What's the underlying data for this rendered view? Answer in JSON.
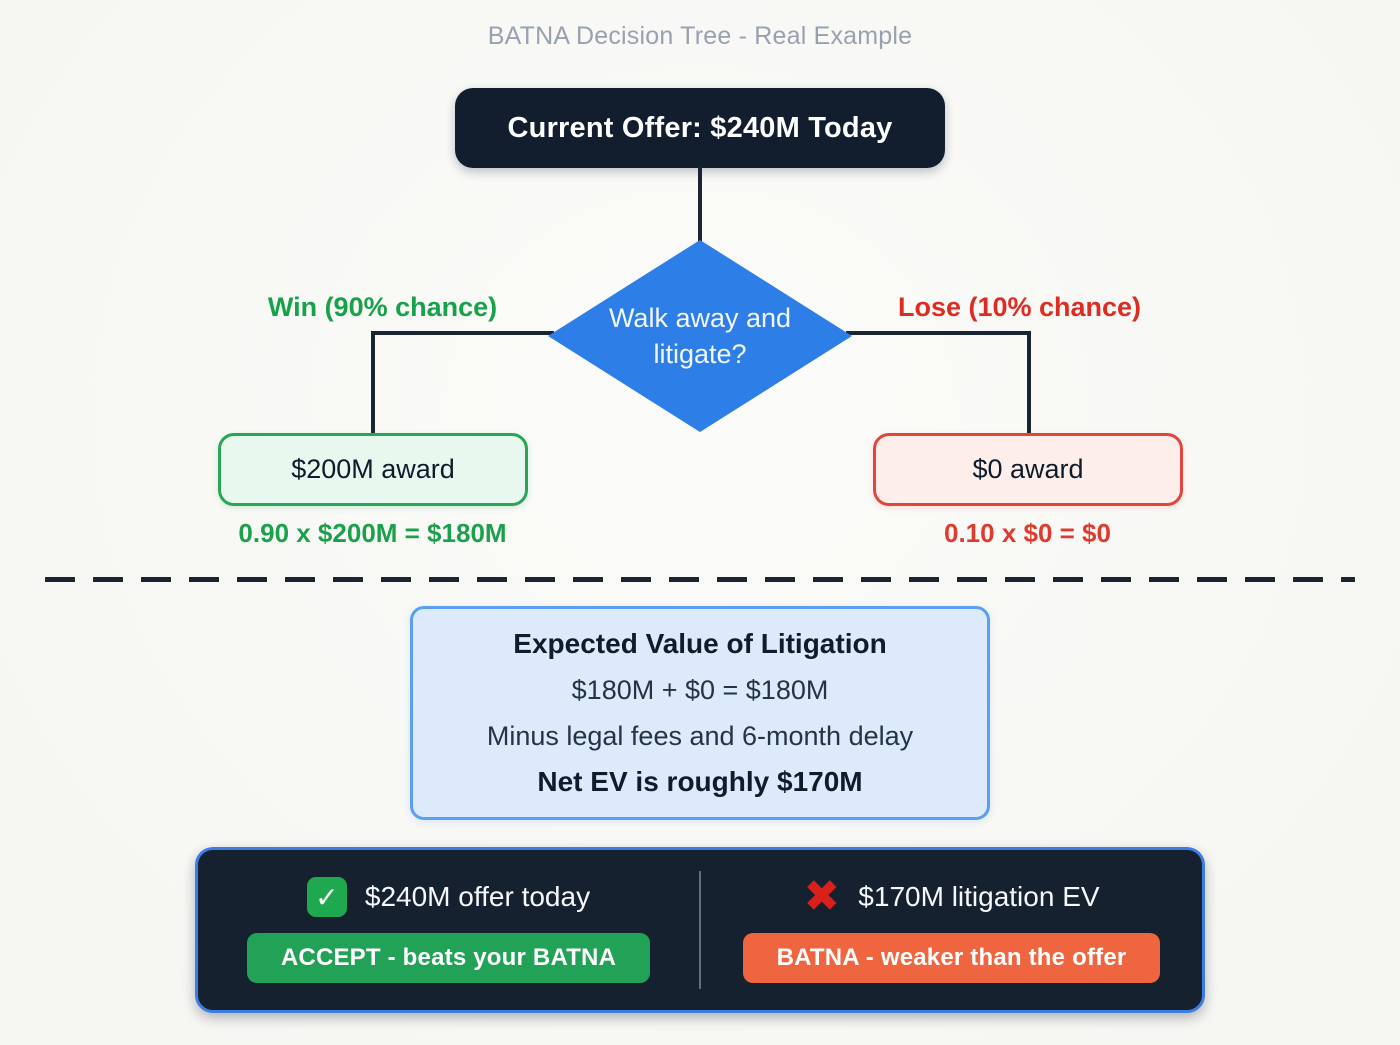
{
  "title": "BATNA Decision Tree - Real Example",
  "tree": {
    "root": "Current Offer: $240M Today",
    "decision": "Walk away and litigate?",
    "win": {
      "label": "Win (90% chance)",
      "outcome": "$200M award",
      "calc": "0.90 x $200M = $180M"
    },
    "lose": {
      "label": "Lose (10% chance)",
      "outcome": "$0 award",
      "calc": "0.10 x $0 = $0"
    }
  },
  "ev_box": {
    "title": "Expected Value of Litigation",
    "line1": "$180M + $0 = $180M",
    "line2": "Minus legal fees and 6-month delay",
    "line3": "Net EV is roughly $170M"
  },
  "summary": {
    "left": {
      "icon": "check-icon",
      "text": "$240M offer today",
      "button": "ACCEPT - beats your BATNA"
    },
    "right": {
      "icon": "cross-icon",
      "text": "$170M litigation EV",
      "button": "BATNA - weaker than the offer"
    }
  },
  "icons": {
    "check": "✓",
    "cross": "✖"
  },
  "colors": {
    "navy": "#16212f",
    "diamond_blue": "#2e7ee8",
    "win_green": "#17a24a",
    "win_box_bg": "#e9f8ef",
    "win_box_border": "#2aa457",
    "lose_red": "#e0392d",
    "lose_box_bg": "#fdeeec",
    "lose_box_border": "#e2463b",
    "ev_box_bg": "#dceafb",
    "ev_box_border": "#5a9ff0",
    "panel_border": "#3d7de2",
    "accept_green": "#21a257",
    "batna_orange": "#ee6540",
    "check_icon_green": "#1fa94f",
    "cross_icon_red": "#d9201b"
  }
}
